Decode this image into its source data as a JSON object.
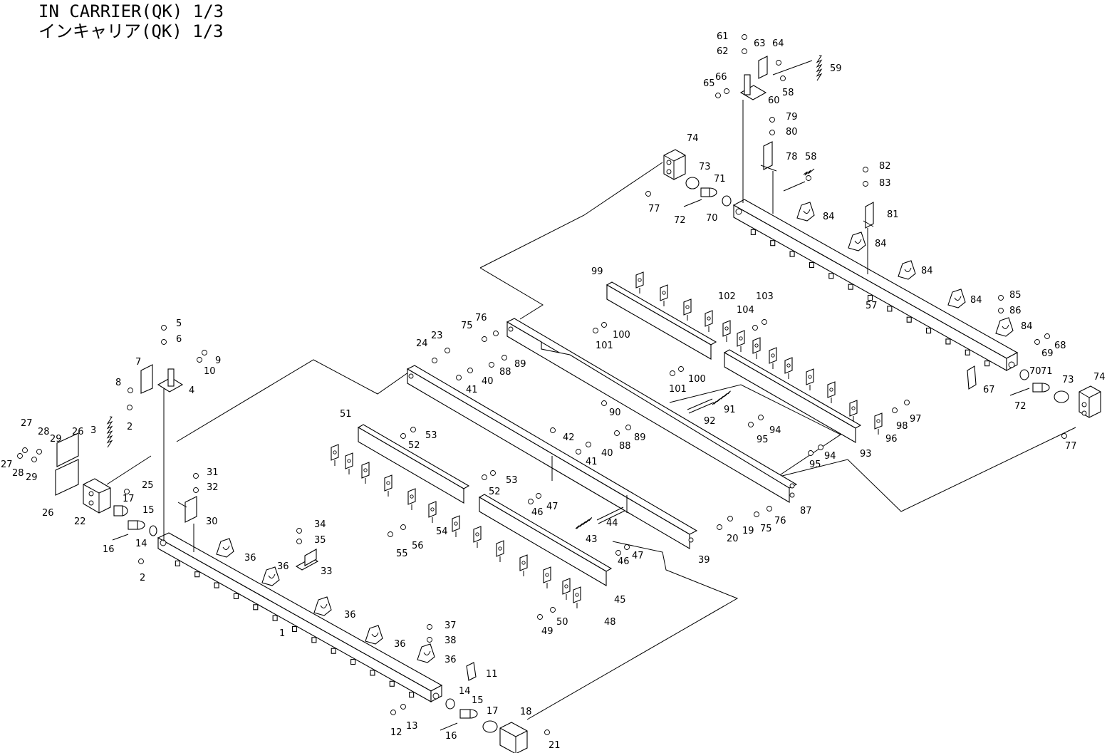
{
  "title": {
    "line1": "IN CARRIER(QK) 1/3",
    "line2": "インキャリア(QK) 1/3"
  },
  "parts": [
    {
      "id": "p1",
      "label": "1"
    },
    {
      "id": "p2a",
      "label": "2"
    },
    {
      "id": "p2b",
      "label": "2"
    },
    {
      "id": "p3",
      "label": "3"
    },
    {
      "id": "p4",
      "label": "4"
    },
    {
      "id": "p5",
      "label": "5"
    },
    {
      "id": "p6",
      "label": "6"
    },
    {
      "id": "p7",
      "label": "7"
    },
    {
      "id": "p8",
      "label": "8"
    },
    {
      "id": "p9",
      "label": "9"
    },
    {
      "id": "p10",
      "label": "10"
    },
    {
      "id": "p11",
      "label": "11"
    },
    {
      "id": "p12",
      "label": "12"
    },
    {
      "id": "p13",
      "label": "13"
    },
    {
      "id": "p14a",
      "label": "14"
    },
    {
      "id": "p14b",
      "label": "14"
    },
    {
      "id": "p15a",
      "label": "15"
    },
    {
      "id": "p15b",
      "label": "15"
    },
    {
      "id": "p16a",
      "label": "16"
    },
    {
      "id": "p16b",
      "label": "16"
    },
    {
      "id": "p17a",
      "label": "17"
    },
    {
      "id": "p17b",
      "label": "17"
    },
    {
      "id": "p18",
      "label": "18"
    },
    {
      "id": "p19",
      "label": "19"
    },
    {
      "id": "p20",
      "label": "20"
    },
    {
      "id": "p21",
      "label": "21"
    },
    {
      "id": "p22",
      "label": "22"
    },
    {
      "id": "p23",
      "label": "23"
    },
    {
      "id": "p24",
      "label": "24"
    },
    {
      "id": "p25",
      "label": "25"
    },
    {
      "id": "p26a",
      "label": "26"
    },
    {
      "id": "p26b",
      "label": "26"
    },
    {
      "id": "p27a",
      "label": "27"
    },
    {
      "id": "p27b",
      "label": "27"
    },
    {
      "id": "p28a",
      "label": "28"
    },
    {
      "id": "p28b",
      "label": "28"
    },
    {
      "id": "p29a",
      "label": "29"
    },
    {
      "id": "p29b",
      "label": "29"
    },
    {
      "id": "p30",
      "label": "30"
    },
    {
      "id": "p31",
      "label": "31"
    },
    {
      "id": "p32",
      "label": "32"
    },
    {
      "id": "p33",
      "label": "33"
    },
    {
      "id": "p34",
      "label": "34"
    },
    {
      "id": "p35",
      "label": "35"
    },
    {
      "id": "p36a",
      "label": "36"
    },
    {
      "id": "p36b",
      "label": "36"
    },
    {
      "id": "p36c",
      "label": "36"
    },
    {
      "id": "p36d",
      "label": "36"
    },
    {
      "id": "p36e",
      "label": "36"
    },
    {
      "id": "p37",
      "label": "37"
    },
    {
      "id": "p38",
      "label": "38"
    },
    {
      "id": "p39",
      "label": "39"
    },
    {
      "id": "p40a",
      "label": "40"
    },
    {
      "id": "p40b",
      "label": "40"
    },
    {
      "id": "p41a",
      "label": "41"
    },
    {
      "id": "p41b",
      "label": "41"
    },
    {
      "id": "p42",
      "label": "42"
    },
    {
      "id": "p43",
      "label": "43"
    },
    {
      "id": "p44",
      "label": "44"
    },
    {
      "id": "p45",
      "label": "45"
    },
    {
      "id": "p46a",
      "label": "46"
    },
    {
      "id": "p46b",
      "label": "46"
    },
    {
      "id": "p47a",
      "label": "47"
    },
    {
      "id": "p47b",
      "label": "47"
    },
    {
      "id": "p48",
      "label": "48"
    },
    {
      "id": "p49",
      "label": "49"
    },
    {
      "id": "p50",
      "label": "50"
    },
    {
      "id": "p51",
      "label": "51"
    },
    {
      "id": "p52a",
      "label": "52"
    },
    {
      "id": "p52b",
      "label": "52"
    },
    {
      "id": "p53a",
      "label": "53"
    },
    {
      "id": "p53b",
      "label": "53"
    },
    {
      "id": "p54",
      "label": "54"
    },
    {
      "id": "p55",
      "label": "55"
    },
    {
      "id": "p56",
      "label": "56"
    },
    {
      "id": "p57",
      "label": "57"
    },
    {
      "id": "p58a",
      "label": "58"
    },
    {
      "id": "p58b",
      "label": "58"
    },
    {
      "id": "p59",
      "label": "59"
    },
    {
      "id": "p60",
      "label": "60"
    },
    {
      "id": "p61",
      "label": "61"
    },
    {
      "id": "p62",
      "label": "62"
    },
    {
      "id": "p63",
      "label": "63"
    },
    {
      "id": "p64",
      "label": "64"
    },
    {
      "id": "p65",
      "label": "65"
    },
    {
      "id": "p66",
      "label": "66"
    },
    {
      "id": "p67",
      "label": "67"
    },
    {
      "id": "p68",
      "label": "68"
    },
    {
      "id": "p69",
      "label": "69"
    },
    {
      "id": "p70a",
      "label": "70"
    },
    {
      "id": "p70b",
      "label": "70"
    },
    {
      "id": "p71a",
      "label": "71"
    },
    {
      "id": "p71b",
      "label": "71"
    },
    {
      "id": "p72a",
      "label": "72"
    },
    {
      "id": "p72b",
      "label": "72"
    },
    {
      "id": "p73a",
      "label": "73"
    },
    {
      "id": "p73b",
      "label": "73"
    },
    {
      "id": "p74a",
      "label": "74"
    },
    {
      "id": "p74b",
      "label": "74"
    },
    {
      "id": "p75a",
      "label": "75"
    },
    {
      "id": "p75b",
      "label": "75"
    },
    {
      "id": "p76a",
      "label": "76"
    },
    {
      "id": "p76b",
      "label": "76"
    },
    {
      "id": "p77a",
      "label": "77"
    },
    {
      "id": "p77b",
      "label": "77"
    },
    {
      "id": "p78",
      "label": "78"
    },
    {
      "id": "p79",
      "label": "79"
    },
    {
      "id": "p80",
      "label": "80"
    },
    {
      "id": "p81",
      "label": "81"
    },
    {
      "id": "p82",
      "label": "82"
    },
    {
      "id": "p83",
      "label": "83"
    },
    {
      "id": "p84a",
      "label": "84"
    },
    {
      "id": "p84b",
      "label": "84"
    },
    {
      "id": "p84c",
      "label": "84"
    },
    {
      "id": "p84d",
      "label": "84"
    },
    {
      "id": "p84e",
      "label": "84"
    },
    {
      "id": "p85",
      "label": "85"
    },
    {
      "id": "p86",
      "label": "86"
    },
    {
      "id": "p87",
      "label": "87"
    },
    {
      "id": "p88a",
      "label": "88"
    },
    {
      "id": "p88b",
      "label": "88"
    },
    {
      "id": "p89a",
      "label": "89"
    },
    {
      "id": "p89b",
      "label": "89"
    },
    {
      "id": "p90",
      "label": "90"
    },
    {
      "id": "p91",
      "label": "91"
    },
    {
      "id": "p92",
      "label": "92"
    },
    {
      "id": "p93",
      "label": "93"
    },
    {
      "id": "p94a",
      "label": "94"
    },
    {
      "id": "p94b",
      "label": "94"
    },
    {
      "id": "p95a",
      "label": "95"
    },
    {
      "id": "p95b",
      "label": "95"
    },
    {
      "id": "p96",
      "label": "96"
    },
    {
      "id": "p97",
      "label": "97"
    },
    {
      "id": "p98",
      "label": "98"
    },
    {
      "id": "p99",
      "label": "99"
    },
    {
      "id": "p100a",
      "label": "100"
    },
    {
      "id": "p100b",
      "label": "100"
    },
    {
      "id": "p101a",
      "label": "101"
    },
    {
      "id": "p101b",
      "label": "101"
    },
    {
      "id": "p102",
      "label": "102"
    },
    {
      "id": "p103",
      "label": "103"
    },
    {
      "id": "p104",
      "label": "104"
    }
  ]
}
